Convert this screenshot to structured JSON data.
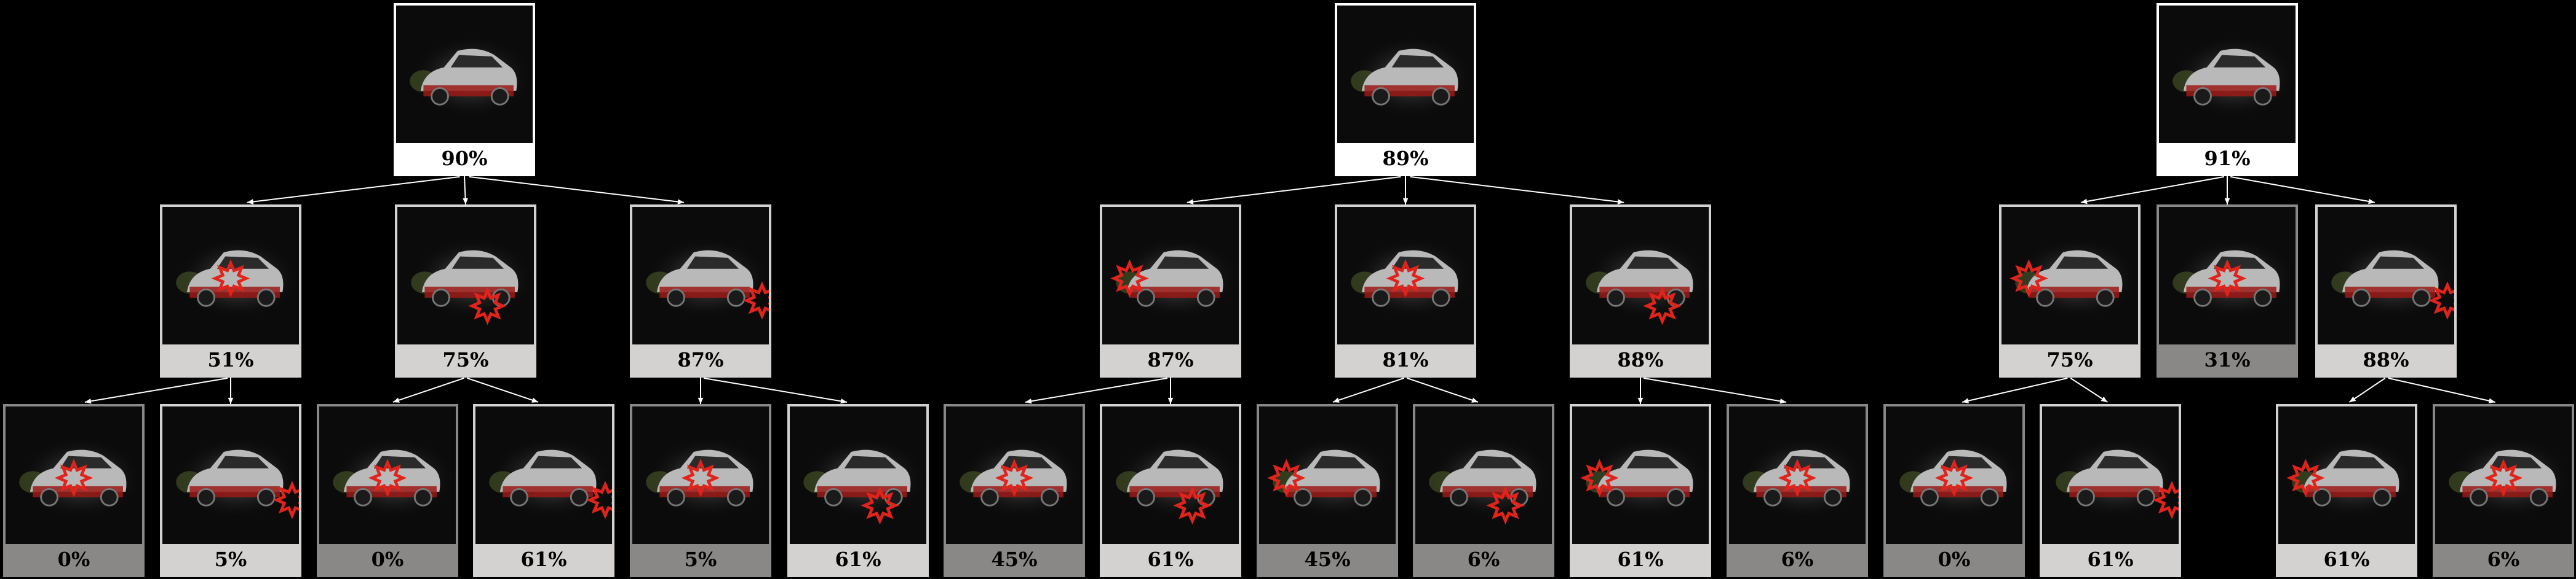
{
  "colors": {
    "background": "#000000",
    "edge": "#ffffff",
    "marker": "#e0241c"
  },
  "trees": [
    {
      "root": {
        "label": "90%",
        "tone": "white",
        "marker": "none"
      },
      "children": [
        {
          "label": "51%",
          "tone": "light",
          "marker": "center",
          "children": [
            {
              "label": "0%",
              "tone": "gray",
              "marker": "center"
            },
            {
              "label": "5%",
              "tone": "light",
              "marker": "edge"
            }
          ]
        },
        {
          "label": "75%",
          "tone": "light",
          "marker": "rear",
          "children": [
            {
              "label": "0%",
              "tone": "gray",
              "marker": "center"
            },
            {
              "label": "61%",
              "tone": "light",
              "marker": "edge"
            }
          ]
        },
        {
          "label": "87%",
          "tone": "light",
          "marker": "edge",
          "children": [
            {
              "label": "5%",
              "tone": "gray",
              "marker": "center"
            },
            {
              "label": "61%",
              "tone": "light",
              "marker": "rear"
            }
          ]
        }
      ]
    },
    {
      "root": {
        "label": "89%",
        "tone": "white",
        "marker": "none"
      },
      "children": [
        {
          "label": "87%",
          "tone": "light",
          "marker": "front",
          "children": [
            {
              "label": "45%",
              "tone": "gray",
              "marker": "center"
            },
            {
              "label": "61%",
              "tone": "light",
              "marker": "rear"
            }
          ]
        },
        {
          "label": "81%",
          "tone": "light",
          "marker": "center",
          "children": [
            {
              "label": "45%",
              "tone": "gray",
              "marker": "front"
            },
            {
              "label": "6%",
              "tone": "gray",
              "marker": "rear"
            }
          ]
        },
        {
          "label": "88%",
          "tone": "light",
          "marker": "rear",
          "children": [
            {
              "label": "61%",
              "tone": "light",
              "marker": "front"
            },
            {
              "label": "6%",
              "tone": "gray",
              "marker": "center"
            }
          ]
        }
      ]
    },
    {
      "root": {
        "label": "91%",
        "tone": "white",
        "marker": "none"
      },
      "children": [
        {
          "label": "75%",
          "tone": "light",
          "marker": "front",
          "children": [
            {
              "label": "0%",
              "tone": "gray",
              "marker": "center"
            },
            {
              "label": "61%",
              "tone": "light",
              "marker": "edge"
            }
          ]
        },
        {
          "label": "31%",
          "tone": "gray",
          "marker": "center",
          "children": []
        },
        {
          "label": "88%",
          "tone": "light",
          "marker": "edge",
          "children": [
            {
              "label": "61%",
              "tone": "light",
              "marker": "front"
            },
            {
              "label": "6%",
              "tone": "gray",
              "marker": "center"
            }
          ]
        }
      ]
    }
  ]
}
